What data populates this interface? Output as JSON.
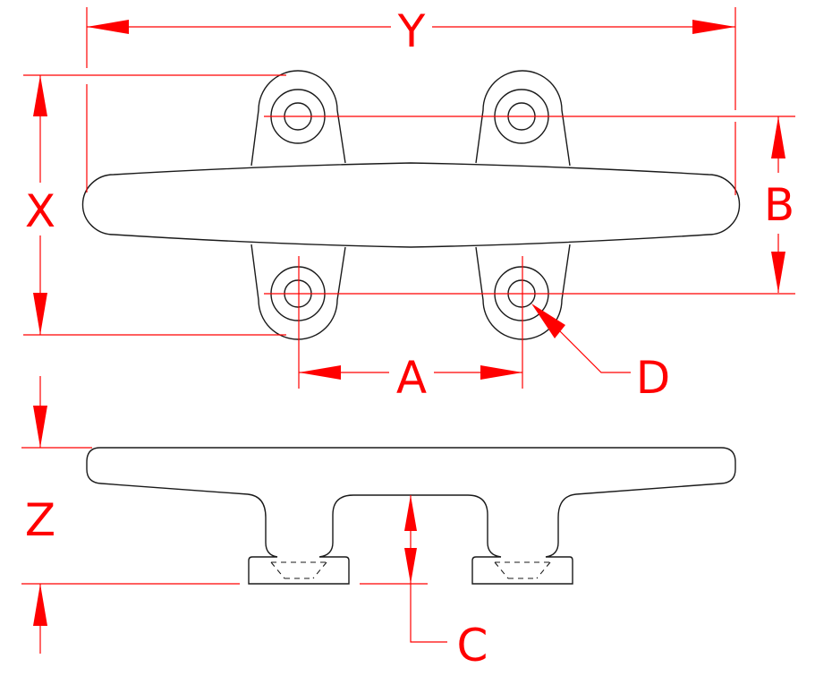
{
  "drawing": {
    "subject": "Cleat technical drawing",
    "views": [
      "top-view",
      "side-view"
    ],
    "line_color": "#1a1a1a",
    "dimension_color": "#ff0000"
  },
  "dimensions": {
    "overall_length": {
      "label": "Y"
    },
    "overall_width": {
      "label": "X"
    },
    "hole_spacing_length": {
      "label": "A"
    },
    "hole_spacing_width": {
      "label": "B"
    },
    "base_clearance": {
      "label": "C"
    },
    "hole_diameter": {
      "label": "D"
    },
    "overall_height": {
      "label": "Z"
    }
  }
}
